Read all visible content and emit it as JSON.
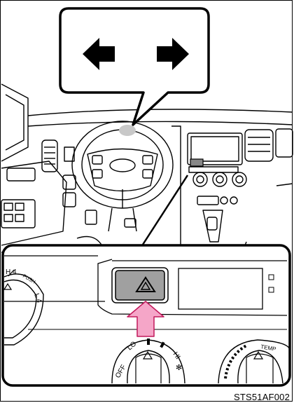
{
  "illustration_code": "STS51AF002",
  "callout_top": {
    "indicators": [
      "left-turn-signal-arrow",
      "right-turn-signal-arrow"
    ]
  },
  "inset": {
    "left_knob_labels": [
      "H 4",
      "PUSH",
      "L 4"
    ],
    "fan_knob_labels": [
      "OFF",
      "LO",
      "HI"
    ],
    "temp_knob_label": "TEMP",
    "hazard_button_icon": "hazard-triangle-icon",
    "pointer_icon": "pink-arrow-up-icon"
  },
  "colors": {
    "pointer": "#f5a6c8",
    "pointer_stroke": "#c2185b",
    "button_fill": "#a0a0a0",
    "highlight": "#c8c8c8"
  }
}
